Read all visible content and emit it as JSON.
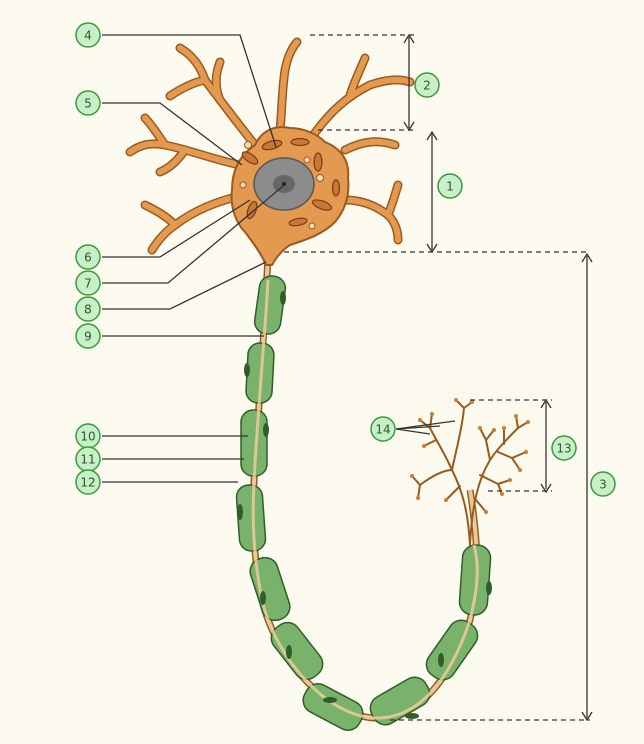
{
  "labels": {
    "l1": "1",
    "l2": "2",
    "l3": "3",
    "l4": "4",
    "l5": "5",
    "l6": "6",
    "l7": "7",
    "l8": "8",
    "l9": "9",
    "l10": "10",
    "l11": "11",
    "l12": "12",
    "l13": "13",
    "l14": "14"
  },
  "colors": {
    "background": "#fdfbef",
    "badge_fill": "#c8f0c8",
    "badge_stroke": "#3c9a3c",
    "cell_body": "#e3994f",
    "cell_outline": "#9a5a1e",
    "nucleus": "#8c8c8c",
    "myelin": "#79b36b",
    "myelin_dark": "#2f5e2a",
    "axon": "#e9c89a",
    "line": "#333333"
  }
}
